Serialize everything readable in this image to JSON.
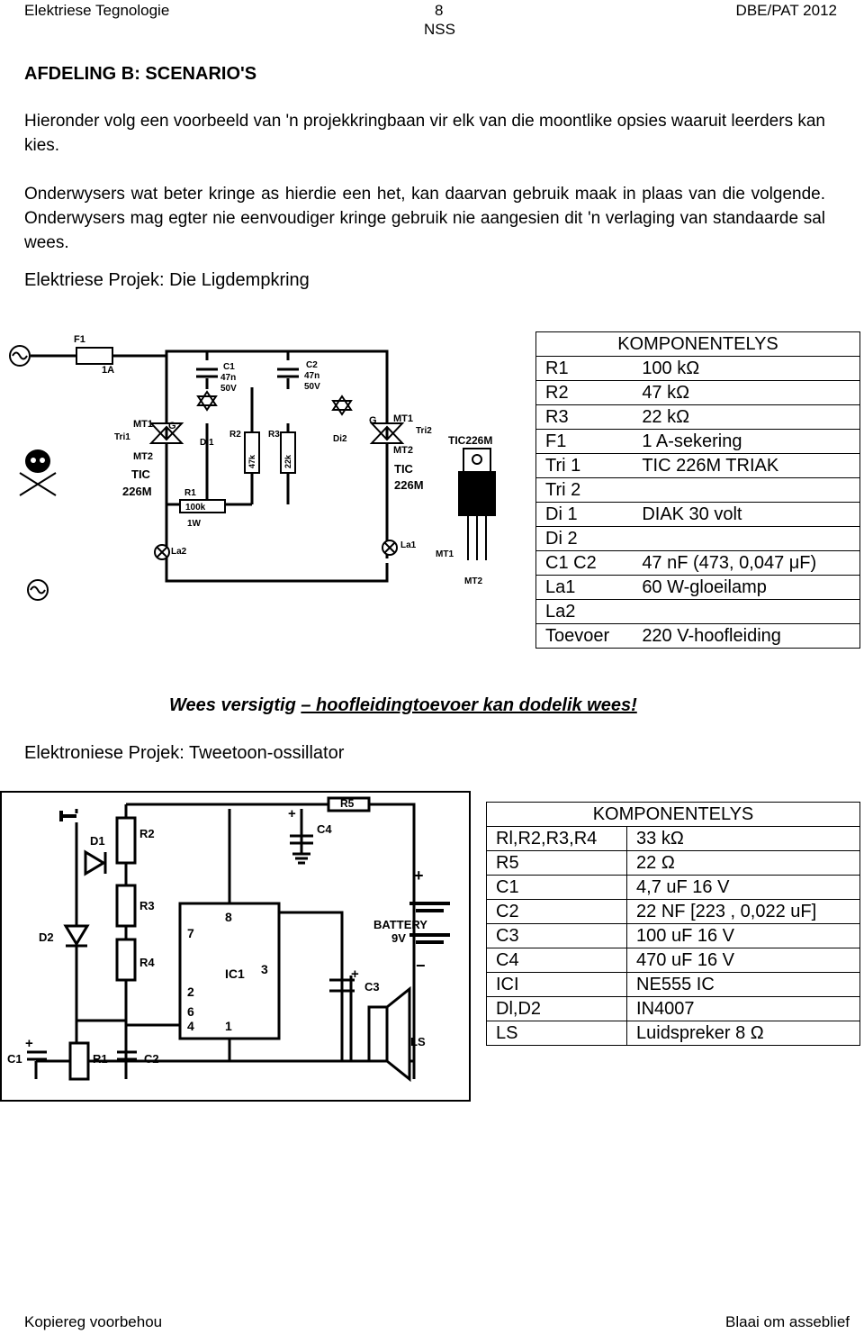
{
  "header": {
    "left": "Elektriese Tegnologie",
    "page": "8",
    "sub": "NSS",
    "right": "DBE/PAT 2012"
  },
  "section_title": "AFDELING B: SCENARIO'S",
  "para1": "Hieronder volg een voorbeeld van 'n projekkringbaan vir elk van die moontlike opsies waaruit leerders kan kies.",
  "para2": "Onderwysers wat beter kringe as hierdie een het, kan daarvan gebruik maak in plaas van die volgende. Onderwysers mag egter nie eenvoudiger kringe gebruik nie aangesien dit 'n verlaging van standaarde sal wees.",
  "project1": {
    "title": "Elektriese Projek: Die Ligdempkring",
    "diagram_labels": {
      "f1": "F1",
      "f1_rating": "1A",
      "c1": "C1",
      "c1_val": "47n",
      "c1_v": "50V",
      "c2": "C2",
      "c2_val": "47n",
      "c2_v": "50V",
      "mt1": "MT1",
      "mt2": "MT2",
      "g": "G",
      "tri1": "Tri1",
      "tri2": "Tri2",
      "tic": "TIC",
      "tic_num": "226M",
      "di1": "Di1",
      "di2": "Di2",
      "r1": "R1",
      "r1_val": "100k",
      "r1_w": "1W",
      "r2": "R2",
      "r2_val": "47k",
      "r3": "R3",
      "r3_val": "22k",
      "la1": "La1",
      "la2": "La2",
      "tic_pkg": "TIC226M",
      "pkg_mt1": "MT1",
      "pkg_mt2": "MT2"
    },
    "table": {
      "heading": "KOMPONENTELYS",
      "rows": [
        [
          "R1",
          "100 kΩ"
        ],
        [
          "R2",
          "47 kΩ"
        ],
        [
          "R3",
          "22 kΩ"
        ],
        [
          "F1",
          "1 A-sekering"
        ],
        [
          "Tri 1",
          "TIC 226M TRIAK"
        ],
        [
          "Tri 2",
          ""
        ],
        [
          "Di 1",
          "DIAK 30 volt"
        ],
        [
          "Di 2",
          ""
        ],
        [
          "C1 C2",
          "47 nF (473, 0,047 μF)"
        ],
        [
          "La1",
          "60 W-gloeilamp"
        ],
        [
          "La2",
          ""
        ],
        [
          "Toevoer",
          "220 V-hoofleiding"
        ]
      ]
    },
    "warning": {
      "before": "Wees versigtig ",
      "underlined": "– hoofleidingtoevoer kan dodelik wees!"
    }
  },
  "project2": {
    "title": "Elektroniese Projek: Tweetoon-ossillator",
    "diagram_labels": {
      "r5": "R5",
      "c4": "C4",
      "d1": "D1",
      "r2": "R2",
      "r3": "R3",
      "r4": "R4",
      "d2": "D2",
      "pin8": "8",
      "pin7": "7",
      "ic1": "IC1",
      "pin3": "3",
      "pin2": "2",
      "pin6": "6",
      "pin4": "4",
      "pin1": "1",
      "battery": "BATTERY",
      "battery_v": "9V",
      "c3": "C3",
      "ls": "LS",
      "c1": "C1",
      "r1": "R1",
      "c2": "C2",
      "plus": "+",
      "minus": "−"
    },
    "table": {
      "heading": "KOMPONENTELYS",
      "rows": [
        [
          "Rl,R2,R3,R4",
          "33 kΩ"
        ],
        [
          "R5",
          "22 Ω"
        ],
        [
          "C1",
          "4,7 uF 16 V"
        ],
        [
          "C2",
          "22 NF [223 , 0,022 uF]"
        ],
        [
          "C3",
          "100 uF 16 V"
        ],
        [
          "C4",
          "470 uF 16 V"
        ],
        [
          "ICI",
          "NE555 IC"
        ],
        [
          "Dl,D2",
          "IN4007"
        ],
        [
          "LS",
          "Luidspreker 8 Ω"
        ]
      ]
    }
  },
  "footer": {
    "left": "Kopiereg voorbehou",
    "right": "Blaai om asseblief"
  }
}
